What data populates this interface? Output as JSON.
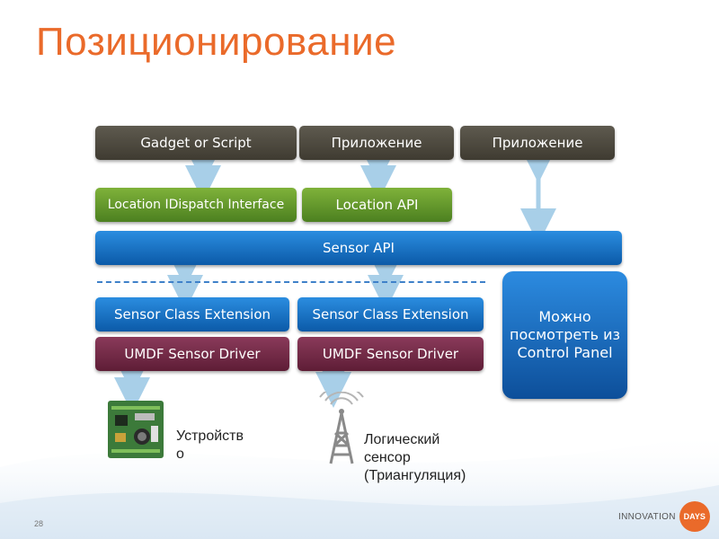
{
  "title": "Позиционирование",
  "boxes": {
    "gadget": "Gadget or Script",
    "app1": "Приложение",
    "app2": "Приложение",
    "location_idispatch": "Location IDispatch Interface",
    "location_api": "Location API",
    "sensor_api": "Sensor API",
    "sensor_class_1": "Sensor Class Extension",
    "sensor_class_2": "Sensor Class Extension",
    "umdf_1": "UMDF Sensor Driver",
    "umdf_2": "UMDF Sensor Driver",
    "control_panel": "Можно посмотреть из Control Panel"
  },
  "labels": {
    "device_line1": "Устройств",
    "device_line2": "о",
    "logical_line1": "Логический",
    "logical_line2": "сенсор",
    "logical_line3": "(Триангуляция)"
  },
  "footer": {
    "page_number": "28",
    "logo_left": "INNOVATION",
    "logo_right": "DAYS"
  },
  "colors": {
    "title": "#ea6a2a",
    "dark_box": "#4a463c",
    "green_box": "#5f9328",
    "blue_box": "#1a72c8",
    "purple_box": "#6e2745",
    "arrow": "#a8cfe8"
  }
}
